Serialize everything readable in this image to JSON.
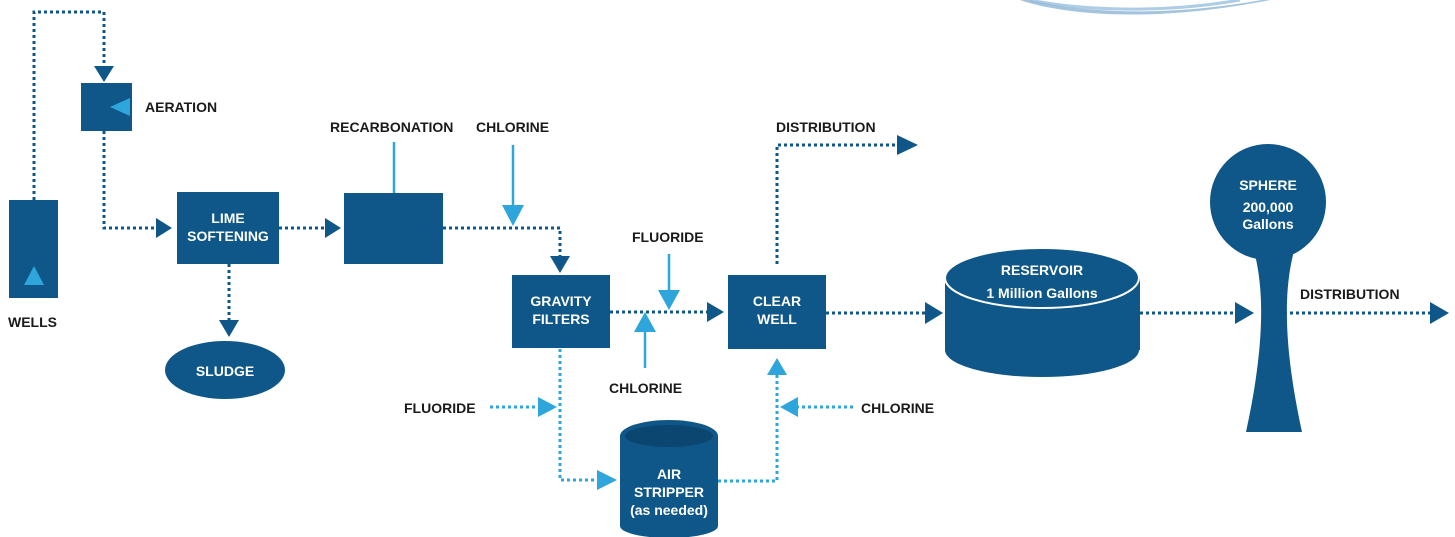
{
  "colors": {
    "process": "#0f5788",
    "chemical": "#2ea6dc",
    "text": "#1a1a1a"
  },
  "nodes": {
    "aeration": "AERATION",
    "wells": "WELLS",
    "lime_softening": [
      "LIME",
      "SOFTENING"
    ],
    "sludge": "SLUDGE",
    "recarbonation": "RECARBONATION",
    "gravity_filters": [
      "GRAVITY",
      "FILTERS"
    ],
    "air_stripper": [
      "AIR",
      "STRIPPER",
      "(as needed)"
    ],
    "clear_well": [
      "CLEAR",
      "WELL"
    ],
    "reservoir": [
      "RESERVOIR",
      "1 Million Gallons"
    ],
    "sphere": [
      "SPHERE",
      "200,000",
      "Gallons"
    ]
  },
  "chemicals": {
    "chlorine_top": "CHLORINE",
    "fluoride_top": "FLUORIDE",
    "chlorine_mid": "CHLORINE",
    "fluoride_left": "FLUORIDE",
    "chlorine_right": "CHLORINE"
  },
  "outputs": {
    "distribution_top": "DISTRIBUTION",
    "distribution_right": "DISTRIBUTION"
  }
}
